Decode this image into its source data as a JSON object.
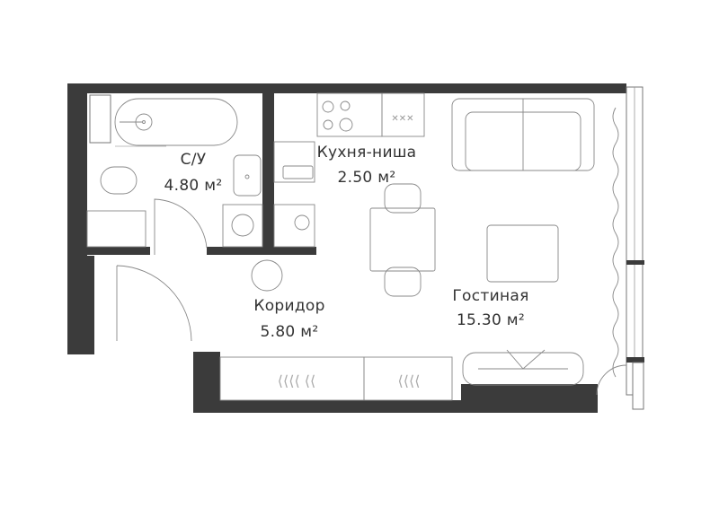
{
  "plan": {
    "rooms": [
      {
        "name": "С/У",
        "area": "4.80 м²"
      },
      {
        "name": "Кухня-ниша",
        "area": "2.50 м²"
      },
      {
        "name": "Коридор",
        "area": "5.80 м²"
      },
      {
        "name": "Гостиная",
        "area": "15.30 м²"
      }
    ],
    "colors": {
      "wall": "#3b3b3b",
      "line": "#888888",
      "background": "#ffffff"
    }
  }
}
